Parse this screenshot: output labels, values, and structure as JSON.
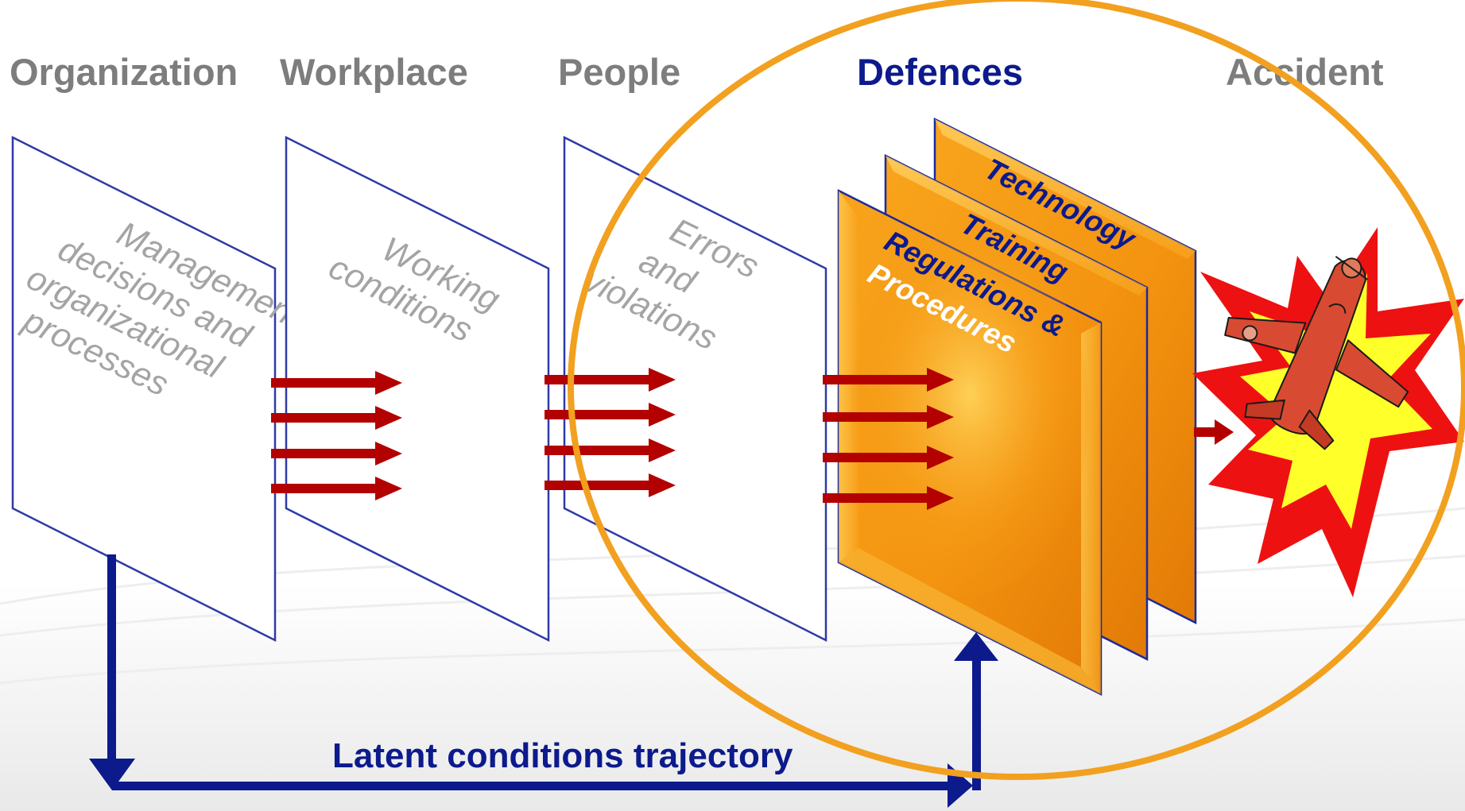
{
  "colors": {
    "gray_label": "#7d7d7d",
    "navy": "#0c1a8c",
    "plate_border": "#2e3aa8",
    "plate_text": "#a4a4a4",
    "arrow_red": "#b30000",
    "defence_orange": "#f59a14",
    "circle_orange": "#f2a01f",
    "explosion_red": "#ee1111",
    "explosion_yellow": "#ffff2a",
    "plane_red": "#d84b32"
  },
  "columns": {
    "organization": "Organization",
    "workplace": "Workplace",
    "people": "People",
    "defences": "Defences",
    "accident": "Accident"
  },
  "plates": {
    "organization": [
      "Management",
      "decisions and",
      "organizational",
      "processes"
    ],
    "workplace": [
      "Working",
      "conditions"
    ],
    "people": [
      "Errors",
      "and",
      "violations"
    ]
  },
  "defences": {
    "technology": "Technology",
    "training": "Training",
    "regulations": "Regulations &",
    "procedures": "Procedures"
  },
  "trajectory": {
    "label": "Latent conditions trajectory"
  },
  "icons": {
    "explosion": "explosion-icon",
    "plane": "crashing-plane-icon"
  }
}
